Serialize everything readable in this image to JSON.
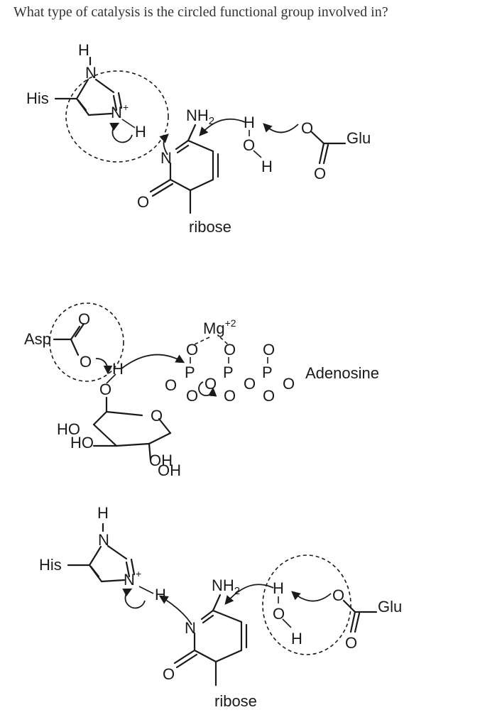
{
  "question": "What type of catalysis is the circled functional group involved in?",
  "panels": [
    {
      "his": "His",
      "n_top": "N",
      "h_top": "H",
      "n_plus": "N",
      "plus": "+",
      "h_transfer": "H",
      "nh2": "NH",
      "nh2_sub": "2",
      "ring_n": "N",
      "ring_o": "O",
      "ribose": "ribose",
      "water_h1": "H",
      "water_o": "O",
      "water_h2": "H",
      "glu_o_minus": "O",
      "glu_o_dbl": "O",
      "glu": "Glu"
    },
    {
      "asp": "Asp",
      "asp_o_dbl": "O",
      "asp_o_minus": "O",
      "sugar_h": "H",
      "sugar_o": "O",
      "ring_o": "O",
      "ho1": "HO",
      "ho2": "HO",
      "oh1": "OH",
      "oh2": "OH",
      "mg": "Mg",
      "mg_charge": "+2",
      "p1": "P",
      "p2": "P",
      "p3": "P",
      "o_items": [
        "O",
        "O",
        "O",
        "O",
        "O",
        "O",
        "O",
        "O",
        "O",
        "O"
      ],
      "adenosine": "Adenosine"
    },
    {
      "his": "His",
      "n_top": "N",
      "h_top": "H",
      "n_plus": "N",
      "plus": "+",
      "h_transfer": "H",
      "nh2": "NH",
      "nh2_sub": "2",
      "ring_n": "N",
      "ring_o": "O",
      "ribose": "ribose",
      "water_h1": "H",
      "water_o": "O",
      "water_h2": "H",
      "glu_o_minus": "O",
      "glu_o_dbl": "O",
      "glu": "Glu"
    }
  ]
}
